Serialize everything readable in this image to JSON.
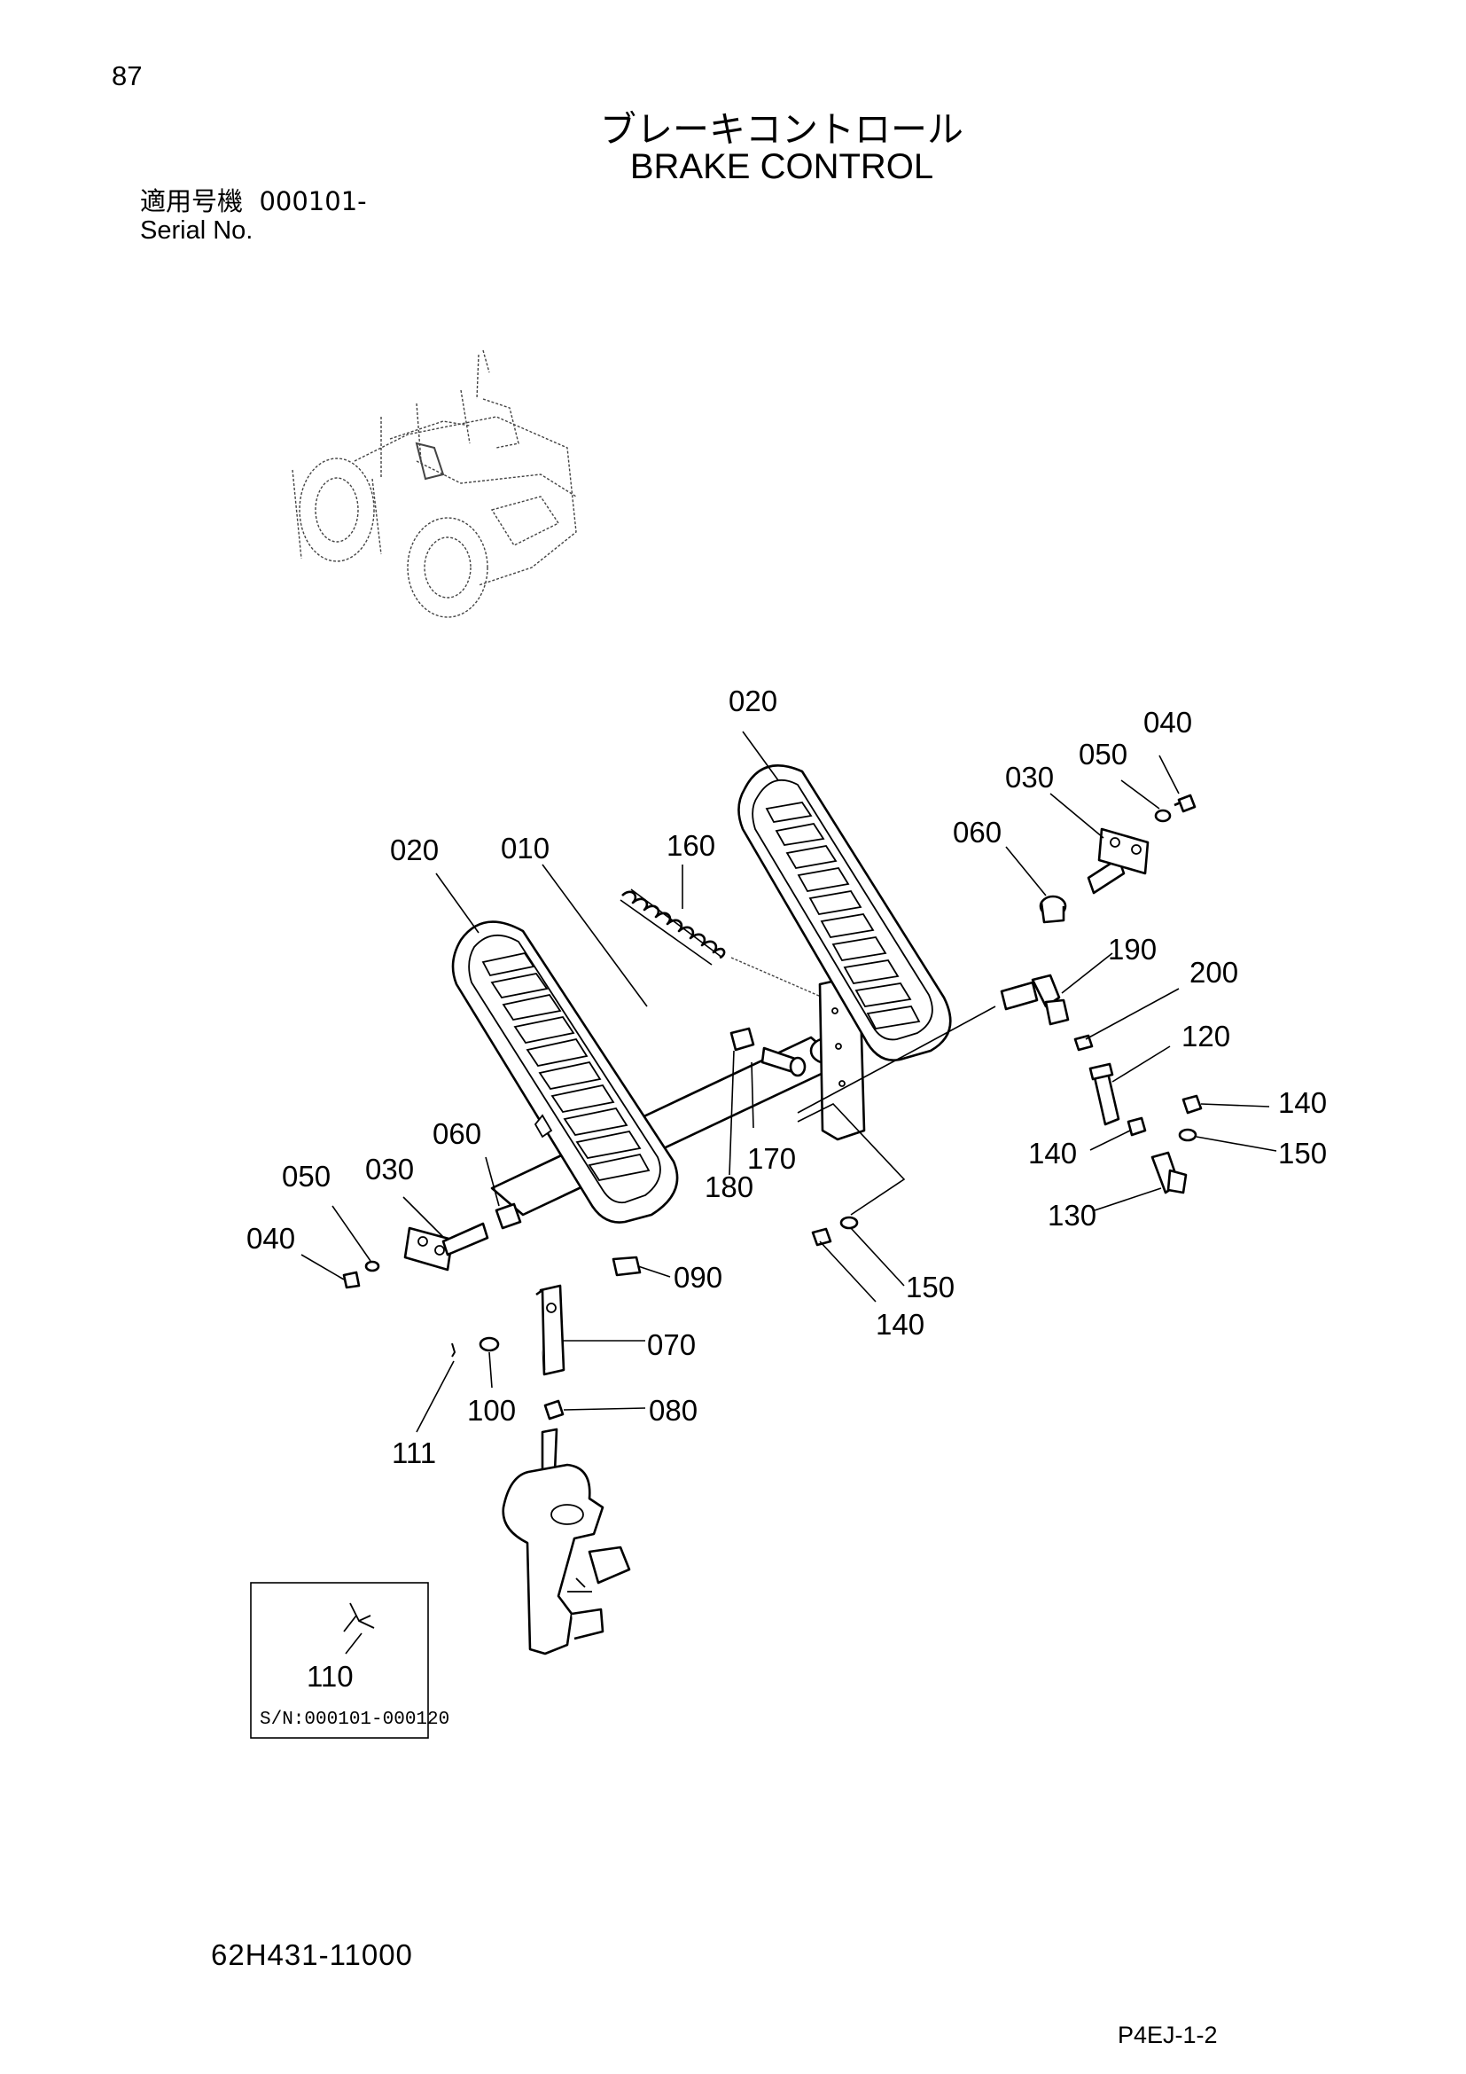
{
  "page_number": "87",
  "title_jp": "ブレーキコントロール",
  "title_en": "BRAKE CONTROL",
  "serial": {
    "label_jp": "適用号機",
    "value": "000101-",
    "label_en": "Serial No."
  },
  "callouts": {
    "c020_top": "020",
    "c040_top": "040",
    "c050_top": "050",
    "c030_top": "030",
    "c060_top": "060",
    "c020_left": "020",
    "c010": "010",
    "c160": "160",
    "c190": "190",
    "c200": "200",
    "c120": "120",
    "c140_right": "140",
    "c140_mid": "140",
    "c150_right": "150",
    "c130": "130",
    "c060_left": "060",
    "c050_left": "050",
    "c030_left": "030",
    "c040_left": "040",
    "c170": "170",
    "c180": "180",
    "c150_low": "150",
    "c140_low": "140",
    "c090": "090",
    "c070": "070",
    "c100": "100",
    "c080": "080",
    "c111": "111"
  },
  "inset": {
    "part": "110",
    "serial_range": "S/N:000101-000120"
  },
  "drawing_code": "62H431-11000",
  "page_code": "P4EJ-1-2"
}
